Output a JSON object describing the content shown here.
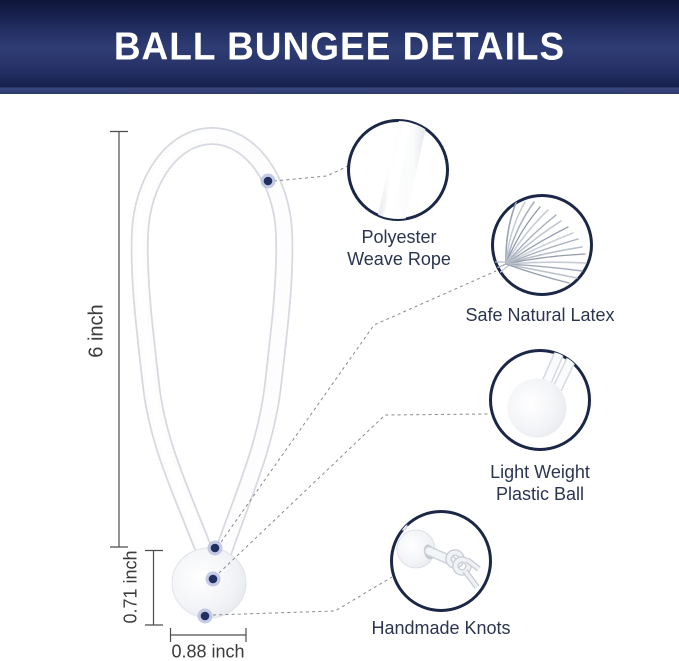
{
  "header": {
    "title": "BALL BUNGEE DETAILS"
  },
  "dimensions": {
    "total_height": "6 inch",
    "ball_height": "0.71 inch",
    "ball_width": "0.88 inch"
  },
  "callouts": {
    "rope": {
      "line1": "Polyester",
      "line2": "Weave Rope"
    },
    "latex": {
      "line1": "Safe Natural Latex"
    },
    "plastic_ball": {
      "line1": "Light Weight",
      "line2": "Plastic Ball"
    },
    "knots": {
      "line1": "Handmade Knots"
    }
  },
  "colors": {
    "banner_navy": "#232f63",
    "circle_outline": "#1b2747",
    "label_text": "#2b3550",
    "dimension_text": "#3b3b3b",
    "marker_dot": "#202f60",
    "marker_halo": "#b6bedd",
    "connector_gray": "#898989"
  }
}
